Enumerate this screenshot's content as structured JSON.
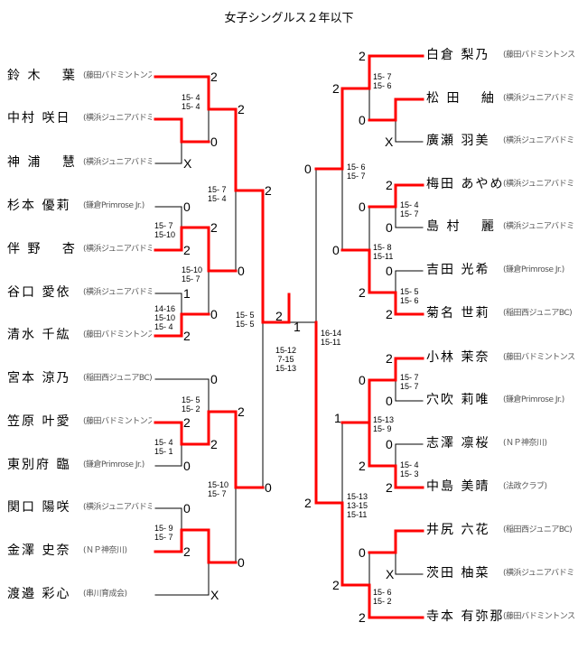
{
  "title": "女子シングルス２年以下",
  "colors": {
    "winner_line": "#ff0000",
    "line": "#000000"
  },
  "left_players": [
    {
      "name": "鈴 木　 葉",
      "club": "(藤田バドミントンスポーツ少年団)"
    },
    {
      "name": "中村 咲日",
      "club": "(横浜ジュニアバドミントンクラブ)"
    },
    {
      "name": "神 浦　 慧",
      "club": "(横浜ジュニアバドミントンクラブ)"
    },
    {
      "name": "杉本 優莉",
      "club": "(鎌倉Primrose Jr.)"
    },
    {
      "name": "伴 野　 杏",
      "club": "(横浜ジュニアバドミントンクラブ)"
    },
    {
      "name": "谷口 愛依",
      "club": "(横浜ジュニアバドミントンクラブ)"
    },
    {
      "name": "清水 千紘",
      "club": "(藤田バドミントンスポーツ少年団)"
    },
    {
      "name": "宮本 涼乃",
      "club": "(稲田西ジュニアBC)"
    },
    {
      "name": "笠原 叶愛",
      "club": "(藤田バドミントンスポーツ少年団)"
    },
    {
      "name": "東別府 臨",
      "club": "(鎌倉Primrose Jr.)"
    },
    {
      "name": "関口 陽咲",
      "club": "(横浜ジュニアバドミントンクラブ)"
    },
    {
      "name": "金澤 史奈",
      "club": "(ＮＰ神奈川)"
    },
    {
      "name": "渡邉 彩心",
      "club": "(串川育成会)"
    }
  ],
  "right_players": [
    {
      "name": "白倉 梨乃",
      "club": "(藤田バドミントンスポーツ少年団)"
    },
    {
      "name": "松 田　 紬",
      "club": "(横浜ジュニアバドミントンクラブ)"
    },
    {
      "name": "廣瀬 羽美",
      "club": "(横浜ジュニアバドミントンクラブ)"
    },
    {
      "name": "梅田 あやめ",
      "club": "(横浜ジュニアバドミントンクラブ)"
    },
    {
      "name": "島 村　 麗",
      "club": "(横浜ジュニアバドミントンクラブ)"
    },
    {
      "name": "吉田 光希",
      "club": "(鎌倉Primrose Jr.)"
    },
    {
      "name": "菊名 世莉",
      "club": "(稲田西ジュニアBC)"
    },
    {
      "name": "小林 茉奈",
      "club": "(藤田バドミントンスポーツ少年団)"
    },
    {
      "name": "穴吹 莉唯",
      "club": "(鎌倉Primrose Jr.)"
    },
    {
      "name": "志澤 凛桜",
      "club": "(ＮＰ神奈川)"
    },
    {
      "name": "中島 美晴",
      "club": "(法政クラブ)"
    },
    {
      "name": "井尻 六花",
      "club": "(稲田西ジュニアBC)"
    },
    {
      "name": "茨田 柚菜",
      "club": "(横浜ジュニアバドミントンクラブ)"
    },
    {
      "name": "寺本 有弥那",
      "club": "(藤田バドミントンスポーツ少年団)"
    }
  ],
  "marks": [
    "2",
    "0",
    "X",
    "2",
    "0",
    "2",
    "2",
    "1",
    "2",
    "0",
    "0",
    "2",
    "0",
    "2",
    "0",
    "2",
    "2",
    "0",
    "2",
    "0",
    "X",
    "0",
    "2",
    "1",
    "0",
    "2",
    "2",
    "0",
    "X",
    "0",
    "0",
    "2",
    "0",
    "2",
    "0",
    "2",
    "2",
    "1",
    "0",
    "2",
    "0",
    "2",
    "0",
    "2",
    "2",
    "0",
    "X",
    "2"
  ],
  "games": [
    "15- 4\n15- 4",
    "15- 7\n15-10",
    "14-16\n15-10\n15- 4",
    "15-10\n15- 7",
    "15- 7\n15- 4",
    "15- 5\n15- 2",
    "15- 4\n15- 1",
    "15- 9\n15- 7",
    "15-10\n15- 7",
    "15- 5\n15- 5",
    "15-12\n 7-15\n15-13",
    "16-14\n15-11",
    "15- 7\n15- 6",
    "15- 6\n15- 7",
    "15- 4\n15- 7",
    "15- 5\n15- 6",
    "15- 8\n15-11",
    "15- 7\n15- 7",
    "15- 4\n15- 3",
    "15-13\n15- 9",
    "15- 6\n15- 2",
    "15-13\n13-15\n15-11"
  ]
}
